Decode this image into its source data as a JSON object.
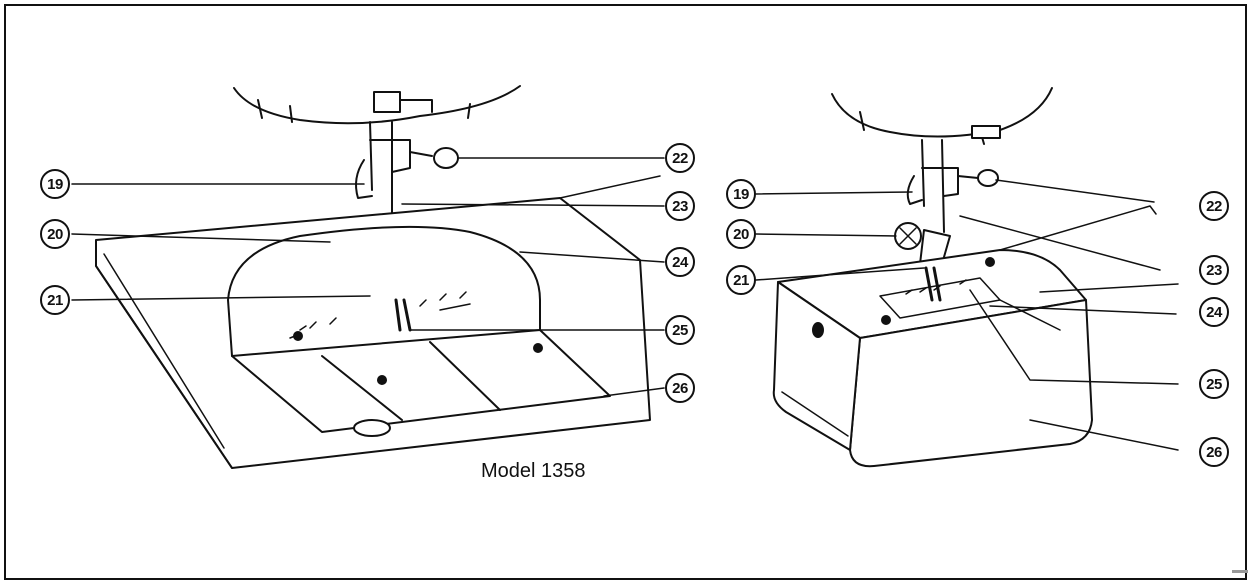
{
  "caption": "Model 1358",
  "left_callouts": [
    "19",
    "20",
    "21",
    "22",
    "23",
    "24",
    "25",
    "26"
  ],
  "right_callouts": [
    "19",
    "20",
    "21",
    "22",
    "23",
    "24",
    "25",
    "26"
  ]
}
